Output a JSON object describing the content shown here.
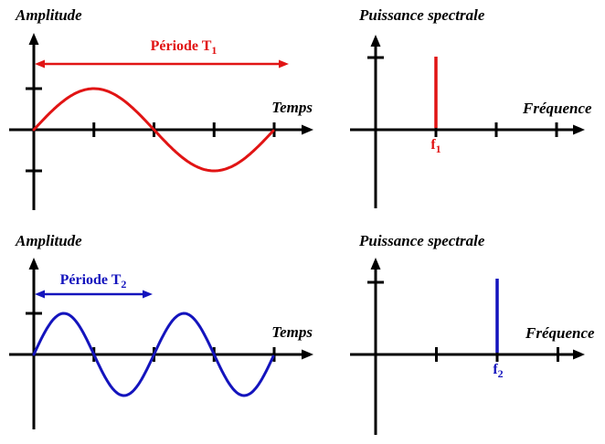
{
  "figure": {
    "background": "#ffffff",
    "axis_color": "#000000",
    "signal1_color": "#e11414",
    "signal2_color": "#1414bd"
  },
  "panels": [
    {
      "name": "signal-1-time-domain",
      "y_axis_label": "Amplitude",
      "x_axis_label": "Temps",
      "annotation_text": "Période T",
      "annotation_sub": "1",
      "curve": "sine",
      "cycles_shown": 1,
      "amplitude": 1,
      "x_tick_fractions": [
        0.25,
        0.5,
        0.75,
        1
      ],
      "y_ticks": [
        1,
        -1
      ],
      "color": "#e11414"
    },
    {
      "name": "signal-1-spectrum",
      "y_axis_label": "Puissance spectrale",
      "x_axis_label": "Fréquence",
      "spike_text": "f",
      "spike_sub": "1",
      "spike_tick_index": 1,
      "x_tick_count": 3,
      "y_ticks": [
        1
      ],
      "color": "#e11414"
    },
    {
      "name": "signal-2-time-domain",
      "y_axis_label": "Amplitude",
      "x_axis_label": "Temps",
      "annotation_text": "Période T",
      "annotation_sub": "2",
      "curve": "sine",
      "cycles_shown": 2,
      "amplitude": 1,
      "x_tick_fractions": [
        0.25,
        0.5,
        0.75,
        1
      ],
      "y_ticks": [
        1
      ],
      "color": "#1414bd"
    },
    {
      "name": "signal-2-spectrum",
      "y_axis_label": "Puissance spectrale",
      "x_axis_label": "Fréquence",
      "spike_text": "f",
      "spike_sub": "2",
      "spike_tick_index": 2,
      "x_tick_count": 3,
      "y_ticks": [
        1
      ],
      "color": "#1414bd"
    }
  ]
}
